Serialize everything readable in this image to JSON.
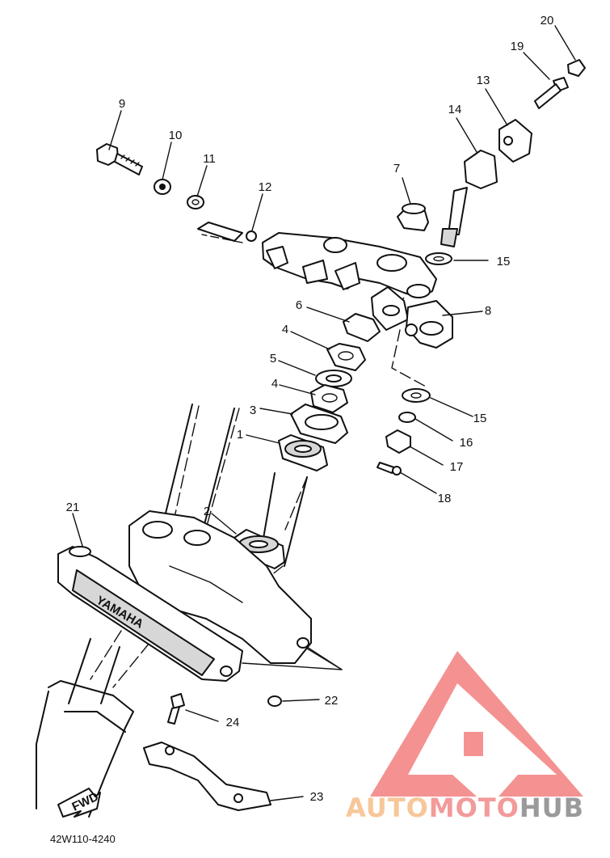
{
  "diagram": {
    "code": "42W110-4240",
    "emblem": "YAMAHA",
    "arrow": "FWD",
    "callouts": [
      {
        "id": "c1",
        "label": "1"
      },
      {
        "id": "c2",
        "label": "2"
      },
      {
        "id": "c3",
        "label": "3"
      },
      {
        "id": "c4a",
        "label": "4"
      },
      {
        "id": "c4b",
        "label": "4"
      },
      {
        "id": "c5",
        "label": "5"
      },
      {
        "id": "c6",
        "label": "6"
      },
      {
        "id": "c7",
        "label": "7"
      },
      {
        "id": "c8",
        "label": "8"
      },
      {
        "id": "c9",
        "label": "9"
      },
      {
        "id": "c10",
        "label": "10"
      },
      {
        "id": "c11",
        "label": "11"
      },
      {
        "id": "c12",
        "label": "12"
      },
      {
        "id": "c13",
        "label": "13"
      },
      {
        "id": "c14",
        "label": "14"
      },
      {
        "id": "c15a",
        "label": "15"
      },
      {
        "id": "c15b",
        "label": "15"
      },
      {
        "id": "c16",
        "label": "16"
      },
      {
        "id": "c17",
        "label": "17"
      },
      {
        "id": "c18",
        "label": "18"
      },
      {
        "id": "c19",
        "label": "19"
      },
      {
        "id": "c20",
        "label": "20"
      },
      {
        "id": "c21",
        "label": "21"
      },
      {
        "id": "c22",
        "label": "22"
      },
      {
        "id": "c23",
        "label": "23"
      },
      {
        "id": "c24",
        "label": "24"
      }
    ]
  },
  "watermark": {
    "part1": "AUTO",
    "part2": "MOTO",
    "part3": "HUB",
    "colors": {
      "auto": "#f7c79a",
      "moto": "#f39a9a",
      "hub": "#9a9a9a",
      "logo": "#f27f7f"
    }
  }
}
